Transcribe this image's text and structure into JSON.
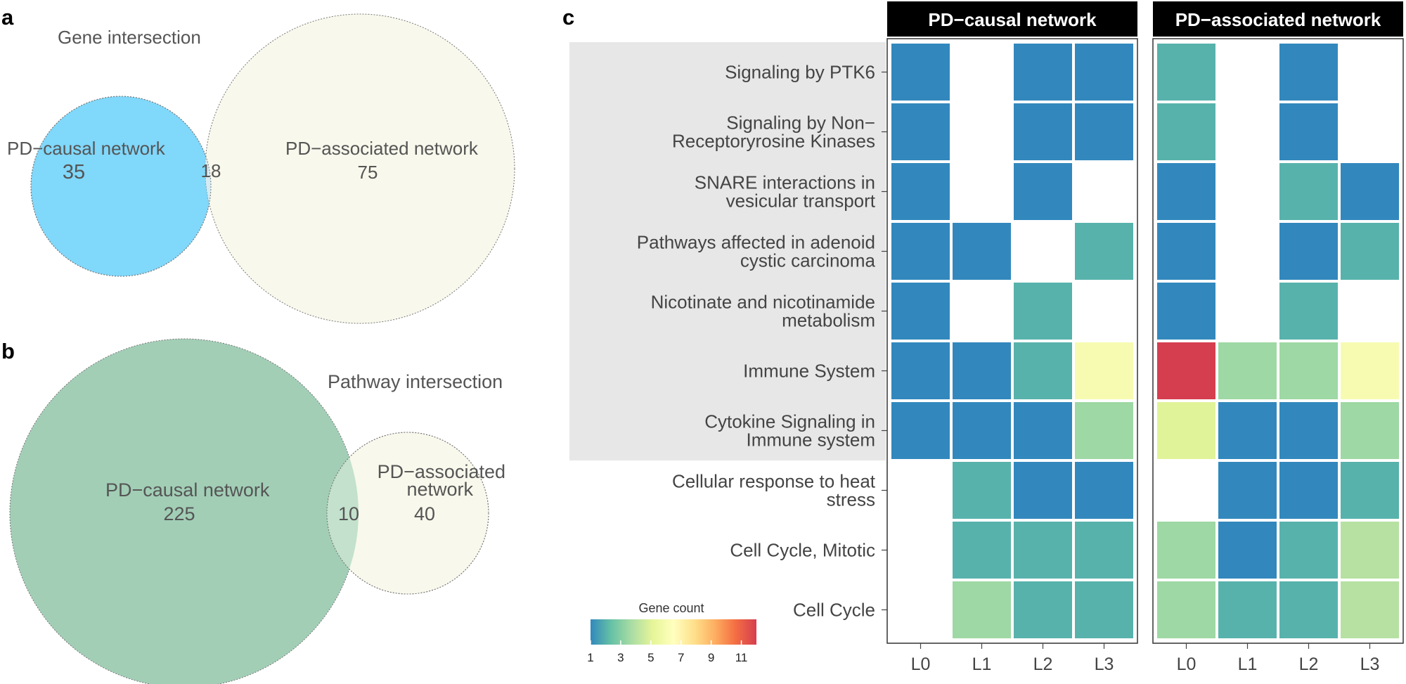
{
  "panel_labels": {
    "a": "a",
    "b": "b",
    "c": "c"
  },
  "colorbar": {
    "title": "Gene count",
    "min": 1,
    "max": 12,
    "ticks": [
      "1",
      "3",
      "5",
      "7",
      "9",
      "11"
    ],
    "colors": [
      "#3288bd",
      "#66c2a5",
      "#abdda4",
      "#e6f598",
      "#ffffbf",
      "#fee08b",
      "#fdae61",
      "#f46d43",
      "#d53e4f"
    ]
  },
  "chart_data": [
    {
      "type": "venn",
      "title": "Gene intersection",
      "sets": [
        {
          "label": "PD−causal network",
          "only_count": "35",
          "color": "#80d8fb"
        },
        {
          "label": "PD−associated network",
          "only_count": "75",
          "color": "#f8f8ec"
        }
      ],
      "intersection": "18",
      "intersection_color": "#d5ebf3"
    },
    {
      "type": "venn",
      "title": "Pathway intersection",
      "sets": [
        {
          "label": "PD−causal network",
          "only_count": "225",
          "color": "#a2ceb6"
        },
        {
          "label_lines": [
            "PD−associated",
            "network"
          ],
          "only_count": "40",
          "color": "#f8f8ec"
        }
      ],
      "intersection": "10",
      "intersection_color": "#c3e1cc"
    },
    {
      "type": "heatmap",
      "x_categories": [
        "L0",
        "L1",
        "L2",
        "L3"
      ],
      "highlighted_rows": 7,
      "highlight_color": "#e8e7e8",
      "rows": [
        {
          "label": [
            "Signaling by PTK6"
          ]
        },
        {
          "label": [
            "Signaling by Non−",
            "Receptoryrosine Kinases"
          ]
        },
        {
          "label": [
            "SNARE interactions in",
            "vesicular transport"
          ]
        },
        {
          "label": [
            "Pathways affected in adenoid",
            "cystic carcinoma"
          ]
        },
        {
          "label": [
            "Nicotinate and nicotinamide",
            "metabolism"
          ]
        },
        {
          "label": [
            "Immune System"
          ]
        },
        {
          "label": [
            "Cytokine Signaling in",
            "Immune system"
          ]
        },
        {
          "label": [
            "Cellular response to heat",
            "stress"
          ]
        },
        {
          "label": [
            "Cell Cycle, Mitotic"
          ]
        },
        {
          "label": [
            "Cell Cycle"
          ]
        }
      ],
      "facets": [
        {
          "title": "PD−causal network",
          "values": [
            [
              1,
              null,
              1,
              1
            ],
            [
              1,
              null,
              1,
              1
            ],
            [
              1,
              null,
              1,
              null
            ],
            [
              1,
              1,
              null,
              2
            ],
            [
              1,
              null,
              2,
              null
            ],
            [
              1,
              1,
              2,
              6
            ],
            [
              1,
              1,
              1,
              3.5
            ],
            [
              null,
              2,
              1,
              1
            ],
            [
              null,
              2,
              2,
              2
            ],
            [
              null,
              3.5,
              2,
              2
            ]
          ]
        },
        {
          "title": "PD−associated network",
          "values": [
            [
              2,
              null,
              1,
              null
            ],
            [
              2,
              null,
              1,
              null
            ],
            [
              1,
              null,
              2,
              1
            ],
            [
              1,
              null,
              1,
              2
            ],
            [
              1,
              null,
              2,
              null
            ],
            [
              12,
              3.5,
              3.5,
              6
            ],
            [
              5,
              1,
              1,
              3.5
            ],
            [
              null,
              1,
              1,
              2
            ],
            [
              3.5,
              1,
              2,
              4
            ],
            [
              3.5,
              2,
              2,
              4
            ]
          ]
        }
      ]
    }
  ]
}
